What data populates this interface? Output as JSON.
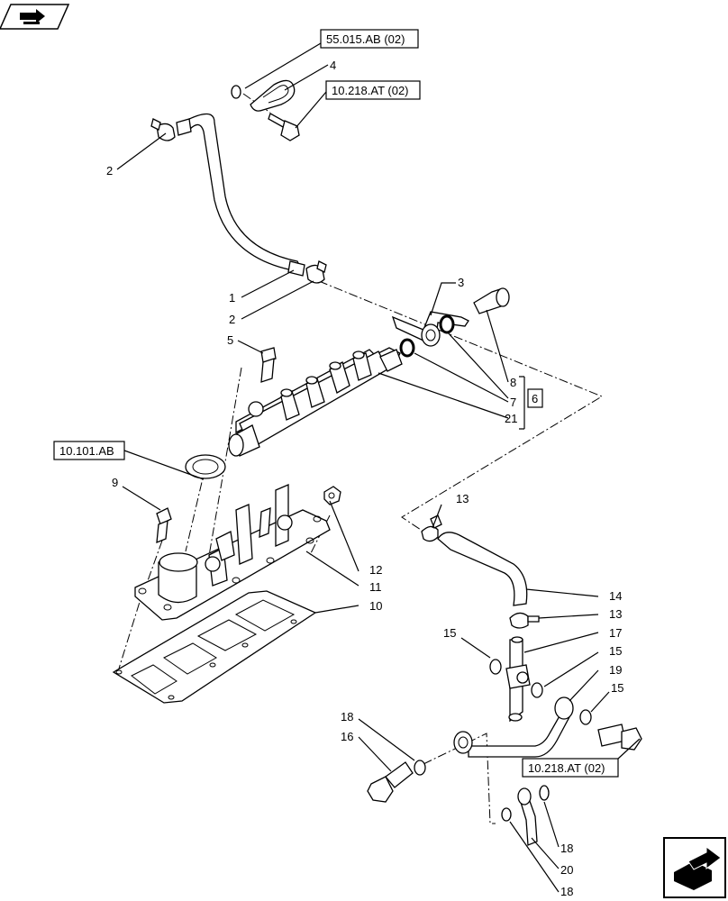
{
  "references": {
    "ref_55015": "55.015.AB (02)",
    "ref_10218_top": "10.218.AT (02)",
    "ref_10101": "10.101.AB",
    "ref_10218_bottom": "10.218.AT (02)"
  },
  "callouts": {
    "c4": "4",
    "c2a": "2",
    "c1": "1",
    "c2b": "2",
    "c3": "3",
    "c5": "5",
    "c8": "8",
    "c7": "7",
    "c21": "21",
    "c6": "6",
    "c9": "9",
    "c12": "12",
    "c11": "11",
    "c10": "10",
    "c13a": "13",
    "c14": "14",
    "c13b": "13",
    "c17": "17",
    "c15a": "15",
    "c15b": "15",
    "c19": "19",
    "c15c": "15",
    "c18a": "18",
    "c16": "16",
    "c18b": "18",
    "c20": "20",
    "c18c": "18"
  },
  "icons": {
    "top_left": "book-arrow-icon",
    "bottom_right": "next-page-arrow-icon"
  }
}
